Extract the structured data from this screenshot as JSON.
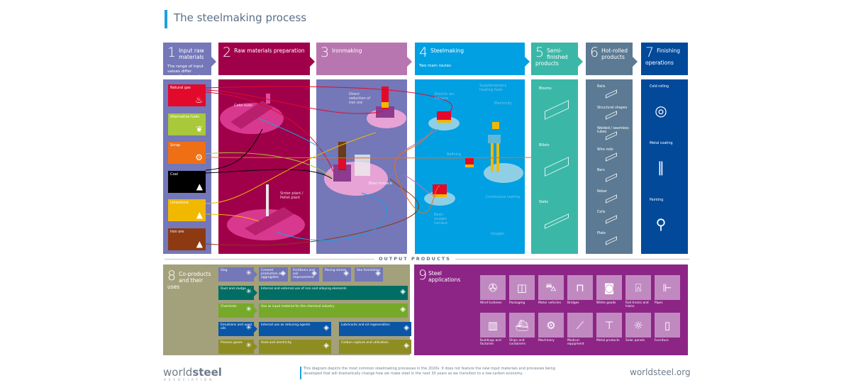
{
  "title": "The steelmaking process",
  "colors": {
    "stage1": "#7477b8",
    "stage2": "#a0004a",
    "stage3": "#b876b0",
    "stage4": "#00a0e3",
    "stage5": "#3bb7a8",
    "stage6": "#5c7a93",
    "stage7": "#02499a",
    "coproducts": "#a3a07c",
    "applications": "#8c2585"
  },
  "stages": [
    {
      "num": "1",
      "label": "Input raw materials",
      "sub": "The range of input values differ according to route"
    },
    {
      "num": "2",
      "label": "Raw materials preparation",
      "sub": ""
    },
    {
      "num": "3",
      "label": "Ironmaking",
      "sub": ""
    },
    {
      "num": "4",
      "label": "Steelmaking",
      "sub": "Two main routes"
    },
    {
      "num": "5",
      "label": "Semi-finished products",
      "sub": ""
    },
    {
      "num": "6",
      "label": "Hot-rolled products",
      "sub": ""
    },
    {
      "num": "7",
      "label": "Finishing operations",
      "sub": ""
    }
  ],
  "inputs": [
    {
      "label": "Natural gas",
      "icon": "flame-icon",
      "color": "#e3092b"
    },
    {
      "label": "Alternative fuels",
      "icon": "corn-icon",
      "color": "#a9c83a"
    },
    {
      "label": "Scrap",
      "icon": "scrap-icon",
      "color": "#ef6f14"
    },
    {
      "label": "Coal",
      "icon": "pile-icon",
      "color": "#000000"
    },
    {
      "label": "Limestone",
      "icon": "pile-icon",
      "color": "#f1b800"
    },
    {
      "label": "Iron ore",
      "icon": "pile-icon",
      "color": "#8d3a13"
    }
  ],
  "preparation": {
    "coke_oven": "Coke oven",
    "sinter_plant": "Sinter plant / Pellet plant"
  },
  "ironmaking": {
    "direct_reduction": "Direct reduction of iron ore",
    "blast_furnace": "Blast furnace"
  },
  "steelmaking": {
    "electric_arc": "Electric arc furnace",
    "basic_oxygen": "Basic oxygen furnace",
    "refining": "Refining",
    "continuous_casting": "Continuous casting",
    "supplementary": "Supplementary heating fuels",
    "electricity": "Electricity",
    "oxygen": "Oxygen"
  },
  "semi_finished": [
    "Blooms",
    "Billets",
    "Slabs"
  ],
  "hot_rolled": [
    "Rails",
    "Structural shapes",
    "Welded / seamless tubes",
    "Wire rods",
    "Bars",
    "Rebar",
    "Coils",
    "Plate"
  ],
  "finishing": [
    "Cold rolling",
    "Metal coating",
    "Painting"
  ],
  "output_products": "OUTPUT PRODUCTS",
  "coproducts": {
    "num": "8",
    "label": "Co-products and their uses",
    "rows": [
      {
        "source": "Slag",
        "color": "#7477b8",
        "uses": [
          "Cement production and aggregates",
          "Fertilisers and soil improvement",
          "Paving stones",
          "Sea forestation"
        ]
      },
      {
        "source": "Dust and sludge",
        "color": "#006e64",
        "uses": [
          "Internal and external use of iron and alloying elements"
        ]
      },
      {
        "source": "Chemicals",
        "color": "#76a92a",
        "uses": [
          "Use as input material for the chemical industry"
        ]
      },
      {
        "source": "Emulsions and used oils",
        "color": "#0b55a5",
        "uses": [
          "Internal use as reducing agents",
          "Lubricants and oil regeneration"
        ]
      },
      {
        "source": "Process gases",
        "color": "#8e8d22",
        "uses": [
          "Heat and electricity",
          "Carbon capture and utilisation"
        ]
      }
    ]
  },
  "applications": {
    "num": "9",
    "label": "Steel applications",
    "items": [
      {
        "label": "Wind turbines",
        "icon": "wind-turbine-icon",
        "glyph": "✇"
      },
      {
        "label": "Packaging",
        "icon": "can-icon",
        "glyph": "◫"
      },
      {
        "label": "Motor vehicles",
        "icon": "car-icon",
        "glyph": "⛍"
      },
      {
        "label": "Bridges",
        "icon": "bridge-icon",
        "glyph": "⊓"
      },
      {
        "label": "White goods",
        "icon": "washing-machine-icon",
        "glyph": "◙"
      },
      {
        "label": "Rail tracks and trains",
        "icon": "train-icon",
        "glyph": "⍓"
      },
      {
        "label": "Pipes",
        "icon": "pipe-icon",
        "glyph": "⊩"
      },
      {
        "label": "Buildings and factories",
        "icon": "building-icon",
        "glyph": "▥"
      },
      {
        "label": "Ships and containers",
        "icon": "ship-icon",
        "glyph": "⛴"
      },
      {
        "label": "Machinery",
        "icon": "excavator-icon",
        "glyph": "⚙"
      },
      {
        "label": "Medical equipment",
        "icon": "scalpel-icon",
        "glyph": "⟋"
      },
      {
        "label": "Metal products",
        "icon": "razor-icon",
        "glyph": "⊤"
      },
      {
        "label": "Solar panels",
        "icon": "solar-panel-icon",
        "glyph": "☼"
      },
      {
        "label": "Furniture",
        "icon": "cabinet-icon",
        "glyph": "▯"
      }
    ]
  },
  "footer": {
    "logo_main": "world",
    "logo_bold": "steel",
    "logo_sub": "ASSOCIATION",
    "note": "This diagram depicts the most common steelmaking processes in the 2020s. It does not feature the new input materials and processes being developed that will dramatically change how we make steel in the next 30 years as we transition to a low-carbon economy.",
    "url": "worldsteel.org"
  }
}
